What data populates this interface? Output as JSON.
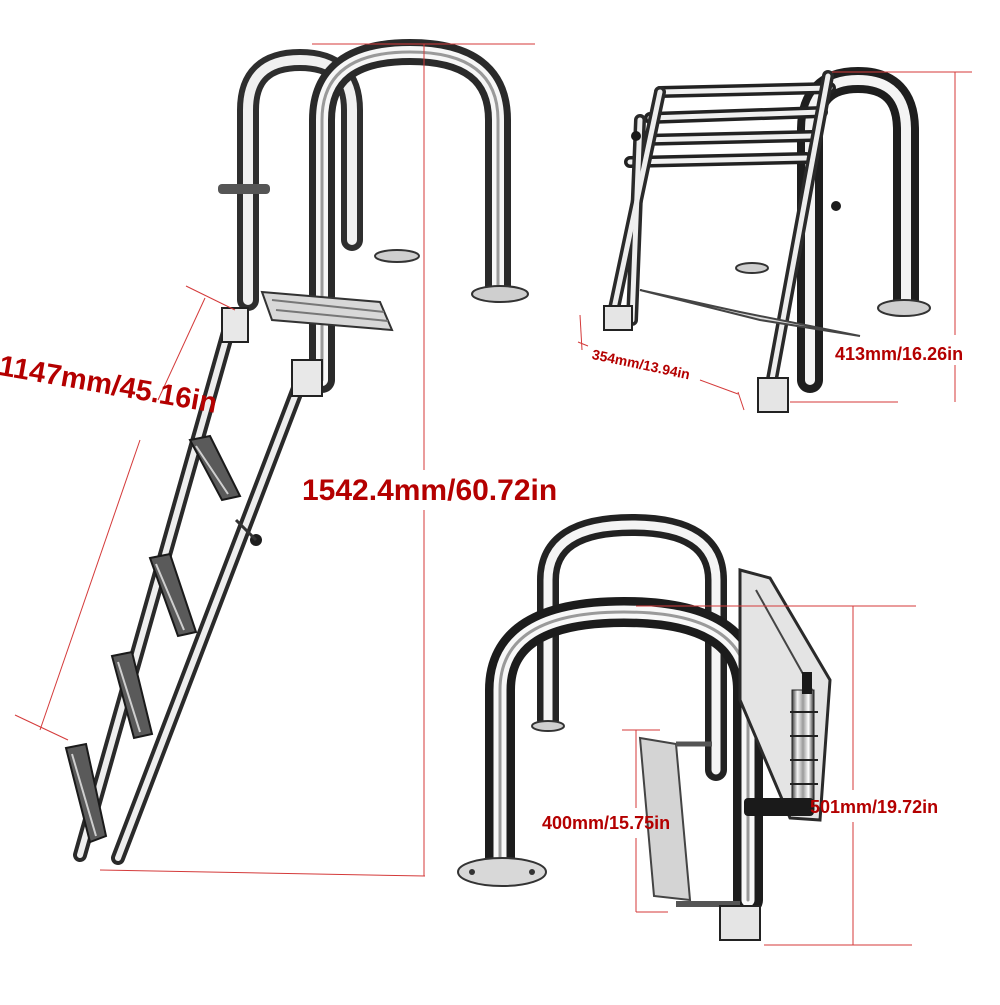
{
  "dimensions": {
    "diagonal_length": "1147mm/45.16in",
    "total_height": "1542.4mm/60.72in",
    "step_depth": "354mm/13.94in",
    "folded_width": "413mm/16.26in",
    "base_height": "400mm/15.75in",
    "arch_height": "501mm/19.72in"
  },
  "colors": {
    "label_text": "#b40000",
    "dimension_line": "#d43a3a",
    "steel_dark": "#2a2a2a",
    "steel_mid": "#8c8c8c",
    "steel_light": "#f2f2f2"
  }
}
